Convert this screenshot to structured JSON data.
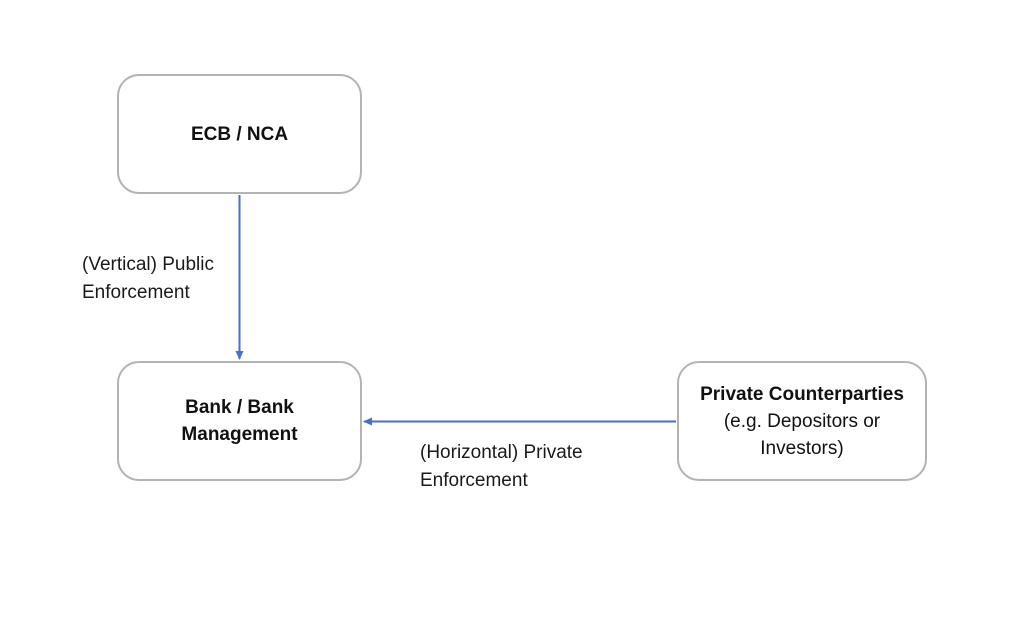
{
  "nodes": {
    "ecb": {
      "title": "ECB / NCA"
    },
    "bank": {
      "title_line1": "Bank / Bank",
      "title_line2": "Management"
    },
    "private": {
      "title": "Private Counterparties",
      "subtitle_line1": "(e.g. Depositors or",
      "subtitle_line2": "Investors)"
    }
  },
  "edges": {
    "vertical": {
      "label_line1": "(Vertical) Public",
      "label_line2": "Enforcement",
      "from": "ECB / NCA",
      "to": "Bank / Bank Management"
    },
    "horizontal": {
      "label_line1": "(Horizontal) Private",
      "label_line2": "Enforcement",
      "from": "Private Counterparties",
      "to": "Bank / Bank Management"
    }
  },
  "colors": {
    "arrow": "#4a6fc7",
    "box_border": "#b3b3b3"
  }
}
